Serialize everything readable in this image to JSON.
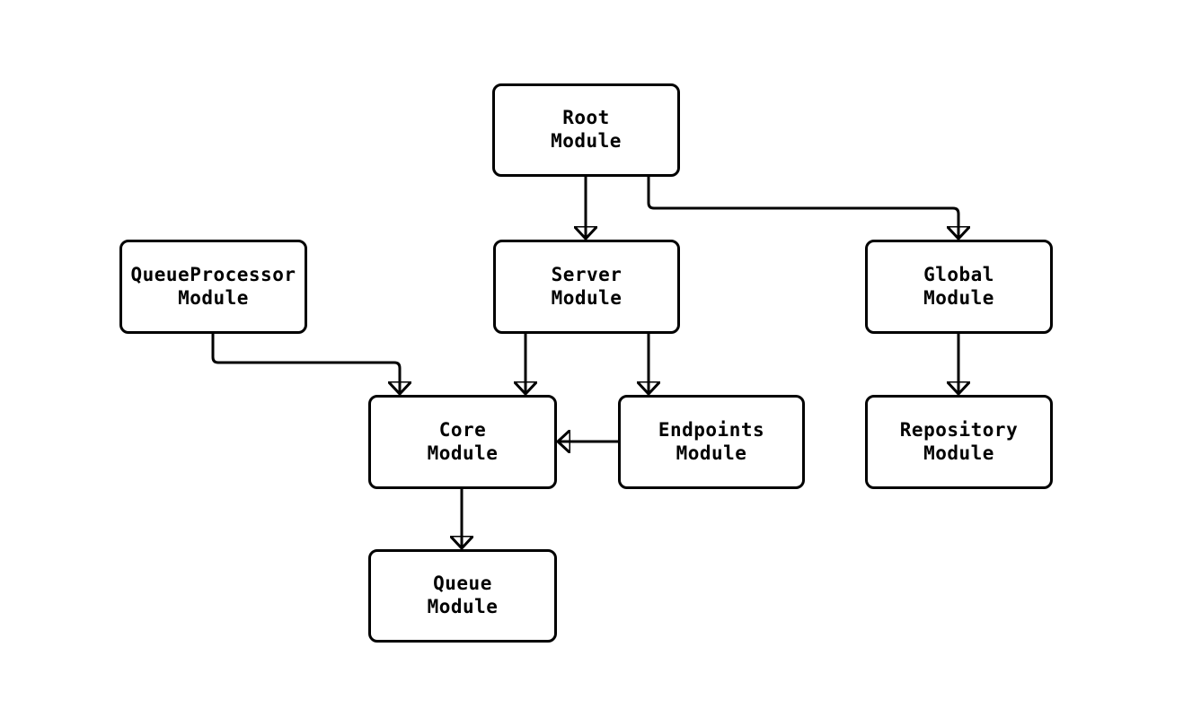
{
  "diagram": {
    "background_color": "#ffffff",
    "stroke_color": "#000000",
    "node_fill_color": "#ffffff",
    "nodes": {
      "root": {
        "label": "Root\nModule"
      },
      "queueprocessor": {
        "label": "QueueProcessor\nModule"
      },
      "server": {
        "label": "Server\nModule"
      },
      "global": {
        "label": "Global\nModule"
      },
      "core": {
        "label": "Core\nModule"
      },
      "endpoints": {
        "label": "Endpoints\nModule"
      },
      "repository": {
        "label": "Repository\nModule"
      },
      "queue": {
        "label": "Queue\nModule"
      }
    },
    "edges": [
      {
        "from": "Root Module",
        "to": "Server Module"
      },
      {
        "from": "Root Module",
        "to": "Global Module"
      },
      {
        "from": "QueueProcessor Module",
        "to": "Core Module"
      },
      {
        "from": "Server Module",
        "to": "Core Module"
      },
      {
        "from": "Server Module",
        "to": "Endpoints Module"
      },
      {
        "from": "Endpoints Module",
        "to": "Core Module"
      },
      {
        "from": "Global Module",
        "to": "Repository Module"
      },
      {
        "from": "Core Module",
        "to": "Queue Module"
      }
    ]
  }
}
